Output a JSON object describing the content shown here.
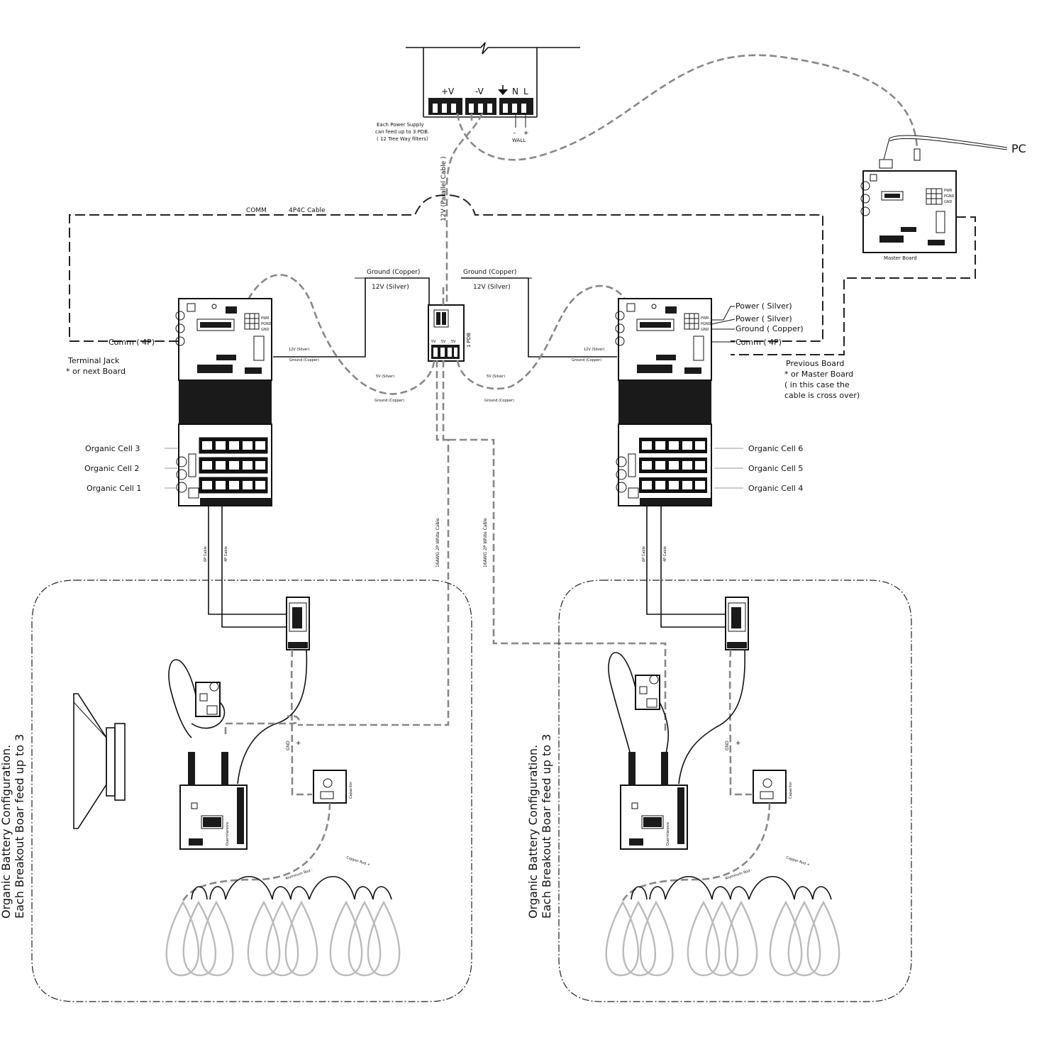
{
  "power_supply": {
    "terminals": [
      "+V",
      "-V",
      "N",
      "L"
    ],
    "note_lines": [
      "Each Power Supply",
      "can feed up to 3 PDB.",
      "( 12 Tree Way filters)"
    ],
    "wall_label": "WALL",
    "wall_minus": "-",
    "wall_plus": "+"
  },
  "pc_label": "PC",
  "master_board_label": "Master Board",
  "comm_cable": {
    "left": "COMM",
    "right": "4P4C Cable"
  },
  "parallel_cable": "12V (Parallel Cable )",
  "pdb": {
    "label": "1 PDB",
    "ground_left": "Ground (Copper)",
    "ground_right": "Ground (Copper)",
    "v12_left": "12V (Silver)",
    "v12_right": "12V (Silver)",
    "pin_labels": [
      "5V",
      "5V",
      "5V"
    ]
  },
  "left_board": {
    "comm": "Comm ( 4P)",
    "terminal_jack": [
      "Terminal Jack",
      "* or next Board"
    ],
    "v12_small": "12V (Silver)",
    "ground_small": "Ground (Copper)",
    "v5_small": "5V (Silver)",
    "ground_lower": "Ground (Copper)",
    "cells": [
      "Organic Cell 3",
      "Organic Cell 2",
      "Organic Cell 1"
    ],
    "cable_6p": "6P Cable",
    "cable_4p": "4P Cable",
    "pwr_labels": [
      "PWR",
      "PGND",
      "GND"
    ]
  },
  "right_board": {
    "labels": [
      "Power ( Silver)",
      "Power ( Silver)",
      "Ground ( Copper)",
      "Comm ( 4P)"
    ],
    "previous": [
      "Previous Board",
      "* or Master Board",
      "( in this case the",
      "cable is cross over)"
    ],
    "v12_small": "12V (Silver)",
    "ground_small": "Ground (Copper)",
    "v5_small": "5V (Silver)",
    "ground_lower": "Ground (Copper)",
    "cells": [
      "Organic Cell 6",
      "Organic Cell 5",
      "Organic Cell 4"
    ],
    "cable_6p": "6P Cable",
    "cable_4p": "4P Cable",
    "pwr_labels": [
      "PWR",
      "PGND",
      "GND"
    ]
  },
  "white_cable": "16AWG 2P White Cable",
  "battery_group": {
    "caption": [
      "Organic Battery  Configuration.",
      "Each Breakout Boar feed up to 3"
    ],
    "gnd": "GND",
    "plus": "+",
    "capacitor": "Capacitor",
    "aluminum_rod": "Aluminum Rod -",
    "copper_rod": "Copper Rod +",
    "arduino_text": "Duemilanove"
  }
}
